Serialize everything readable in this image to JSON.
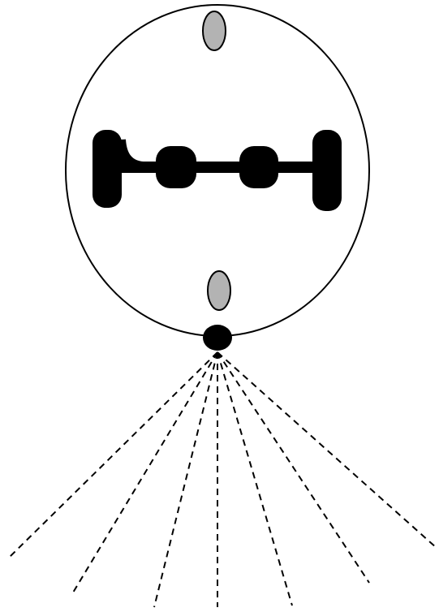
{
  "diagram": {
    "colors": {
      "background": "#ffffff",
      "outline": "#000000",
      "solid_parts": "#000000",
      "gray_parts": "#b3b3b3"
    },
    "beam_count": 7,
    "parts": [
      "outer-ellipse",
      "left-end-pad",
      "right-end-pad",
      "left-node",
      "right-node",
      "horizontal-bar",
      "top-gray-oval",
      "bottom-gray-oval",
      "emitter",
      "dashed-beams"
    ]
  }
}
